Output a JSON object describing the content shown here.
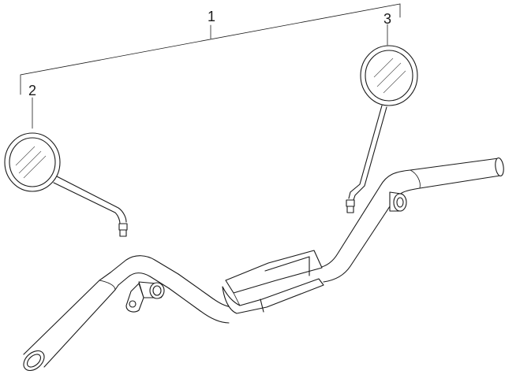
{
  "diagram": {
    "callouts": [
      {
        "id": "assembly",
        "label": "1"
      },
      {
        "id": "left-mirror",
        "label": "2"
      },
      {
        "id": "right-mirror",
        "label": "3"
      }
    ]
  }
}
